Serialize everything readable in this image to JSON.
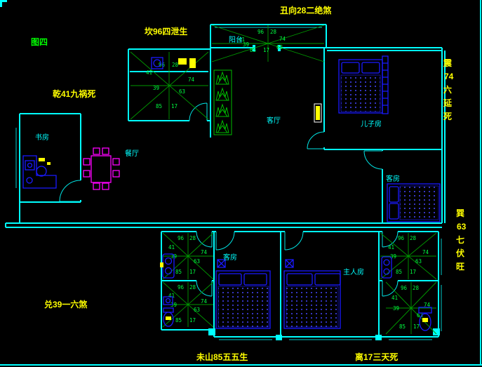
{
  "colors": {
    "background": "#000000",
    "wall": "#00ffff",
    "chart_lines": "#009900",
    "chart_numbers": "#00ff41",
    "annotation_text": "#ffff00",
    "figure_label": "#00ff00",
    "room_label": "#00ffff",
    "furniture": "#1a1aff",
    "dining_set": "#ff00ff",
    "plants": "#00bb00"
  },
  "annotations": {
    "figure": "图四",
    "chou": "丑向28二绝煞",
    "kan": "坎96四泄生",
    "qian": "乾41九祸死",
    "dui": "兑39一六煞",
    "wei": "未山85五五生",
    "li": "离17三天死",
    "zhen": [
      "震",
      "74",
      "六",
      "延",
      "死"
    ],
    "xun": [
      "巽",
      "63",
      "七",
      "伏",
      "旺"
    ]
  },
  "rooms": {
    "study": "书房",
    "dining": "餐厅",
    "living": "客厅",
    "balcony": "阳台",
    "son": "儿子房",
    "guest_right": "客房",
    "guest_bottom": "客房",
    "master": "主人房"
  },
  "star": {
    "n": "96",
    "ne": "28",
    "e": "74",
    "se": "63",
    "s": "17",
    "sw": "85",
    "w": "39",
    "nw": "41"
  }
}
